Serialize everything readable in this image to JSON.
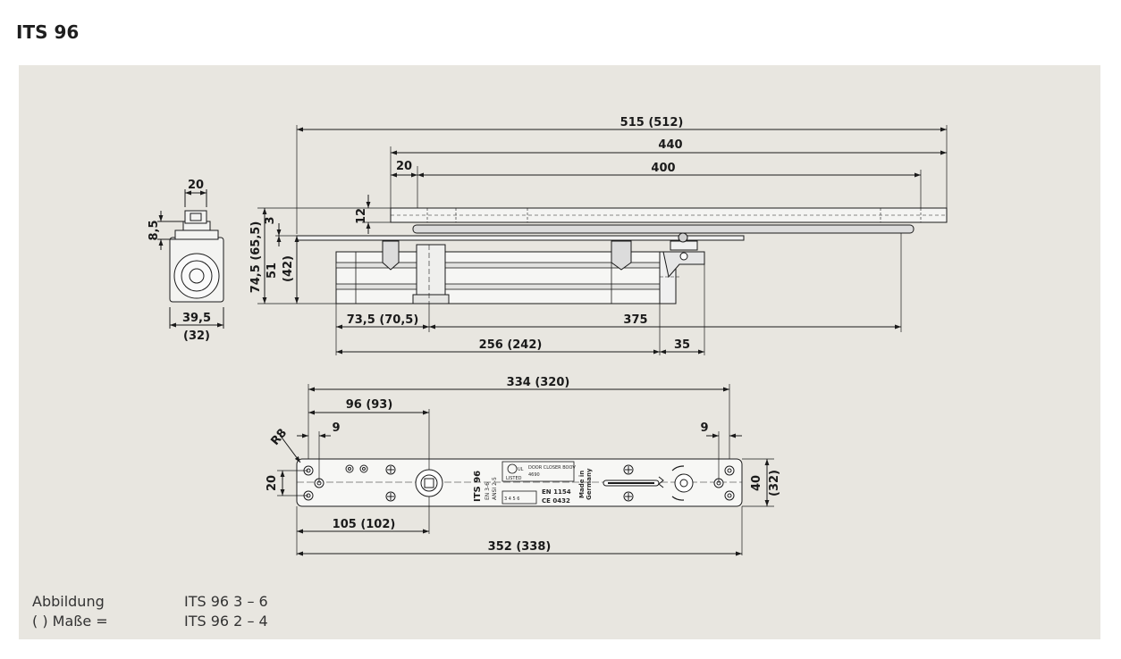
{
  "title": "ITS 96",
  "dimensions": {
    "d515": "515 (512)",
    "d440": "440",
    "d400": "400",
    "d20top": "20",
    "d12": "12",
    "d3": "3",
    "d745": "74,5 (65,5)",
    "d51": "51",
    "d42": "(42)",
    "d735": "73,5 (70,5)",
    "d375": "375",
    "d256": "256 (242)",
    "d35": "35",
    "side20": "20",
    "side85": "8,5",
    "side395": "39,5",
    "side32": "(32)",
    "d334": "334 (320)",
    "d96": "96 (93)",
    "d9left": "9",
    "d9right": "9",
    "r8": "R8",
    "d20plate": "20",
    "d40": "40",
    "d32plate": "(32)",
    "d105": "105 (102)",
    "d352": "352 (338)"
  },
  "plate_marking": {
    "model": "ITS 96",
    "en": "EN 3-6",
    "ansi": "ANSI 2-5",
    "ul1": "UL",
    "ul2": "LISTED",
    "dc1": "DOOR CLOSER BOOV",
    "dc2": "4690",
    "en1154": "EN 1154",
    "ce": "CE 0432",
    "made": "Made in",
    "germany": "Germany",
    "grid": "3 4 5 6"
  },
  "legend": {
    "label1": "Abbildung",
    "value1": "ITS 96 3 – 6",
    "label2": "( ) Maße =",
    "value2": "ITS 96 2 – 4"
  }
}
